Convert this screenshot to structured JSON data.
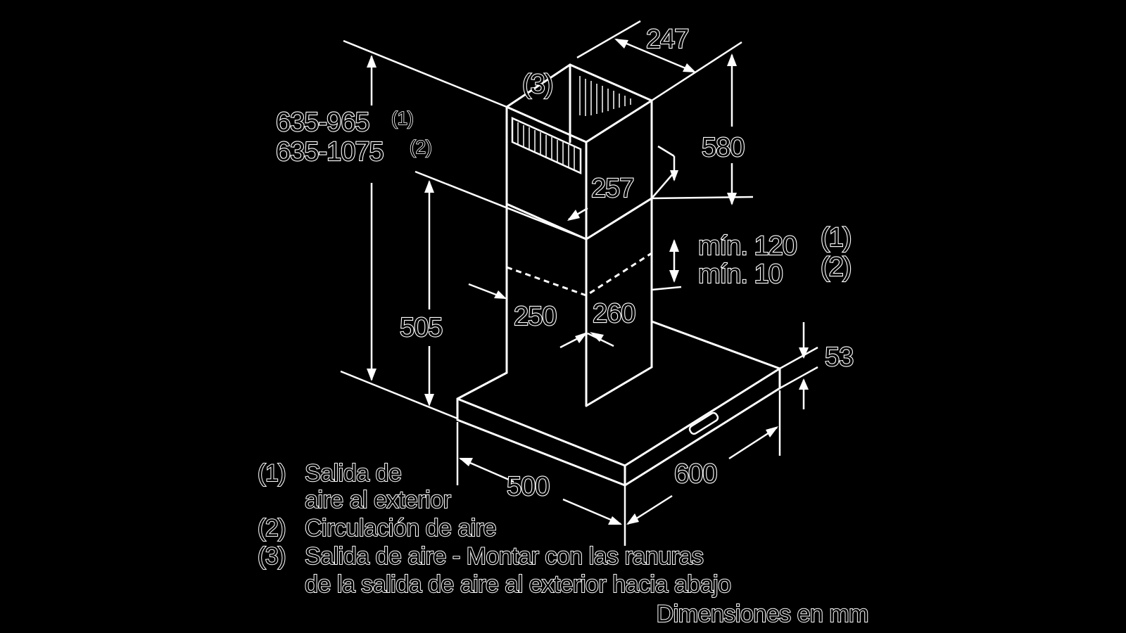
{
  "dimensions": {
    "d247": "247",
    "d580": "580",
    "d257": "257",
    "d635_965": "635-965",
    "d635_1075": "635-1075",
    "sup1": "(1)",
    "sup2": "(2)",
    "callout3": "(3)",
    "min120": "mín. 120",
    "min10": "mín. 10",
    "min120_ref": "(1)",
    "min10_ref": "(2)",
    "d505": "505",
    "d250": "250",
    "d260": "260",
    "d53": "53",
    "d500": "500",
    "d600": "600"
  },
  "legend": {
    "items": [
      {
        "num": "(1)",
        "line1": "Salida de",
        "line2": "aire al exterior"
      },
      {
        "num": "(2)",
        "line1": "Circulación de aire",
        "line2": ""
      },
      {
        "num": "(3)",
        "line1": "Salida de aire - Montar con las ranuras",
        "line2": "de la salida de aire al exterior hacia abajo"
      }
    ],
    "footer": "Dimensiones en mm"
  }
}
